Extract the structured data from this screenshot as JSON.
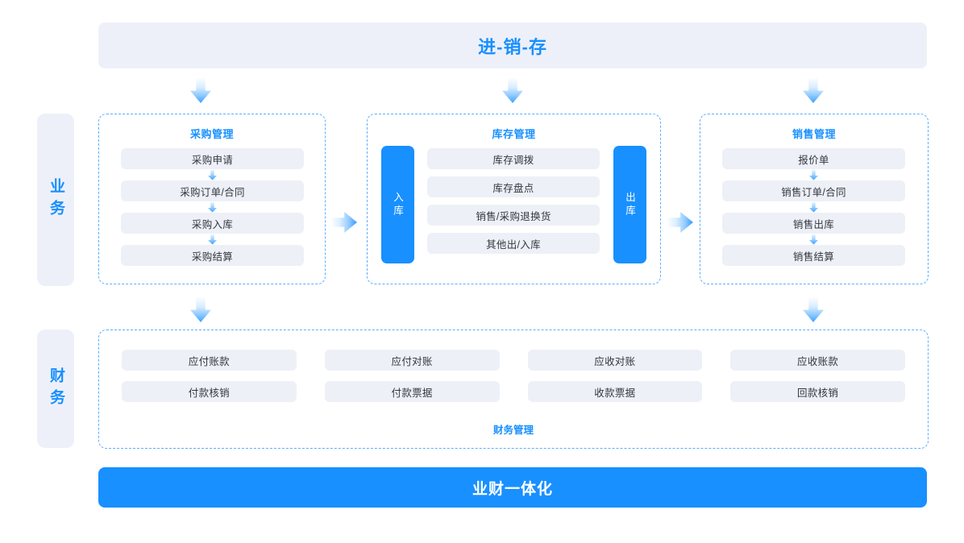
{
  "banner": {
    "title": "进-销-存"
  },
  "rails": [
    {
      "name": "business",
      "label": "业务"
    },
    {
      "name": "finance",
      "label": "财务"
    }
  ],
  "panels": {
    "purchase": {
      "title": "采购管理",
      "items": [
        "采购申请",
        "采购订单/合同",
        "采购入库",
        "采购结算"
      ]
    },
    "inventory": {
      "title": "库存管理",
      "in_tab": "入库",
      "out_tab": "出库",
      "items": [
        "库存调拨",
        "库存盘点",
        "销售/采购退换货",
        "其他出/入库"
      ]
    },
    "sales": {
      "title": "销售管理",
      "items": [
        "报价单",
        "销售订单/合同",
        "销售出库",
        "销售结算"
      ]
    },
    "finance": {
      "label": "财务管理",
      "items": [
        "应付账款",
        "应付对账",
        "应收对账",
        "应收账款",
        "付款核销",
        "付款票据",
        "收款票据",
        "回款核销"
      ]
    }
  },
  "footer": {
    "title": "业财一体化"
  },
  "colors": {
    "accent": "#1890ff",
    "panel_bg": "#eef0f9",
    "chip_bg": "#eef0f7",
    "dashed_border": "#5cadff",
    "chip_text": "#31373f"
  }
}
